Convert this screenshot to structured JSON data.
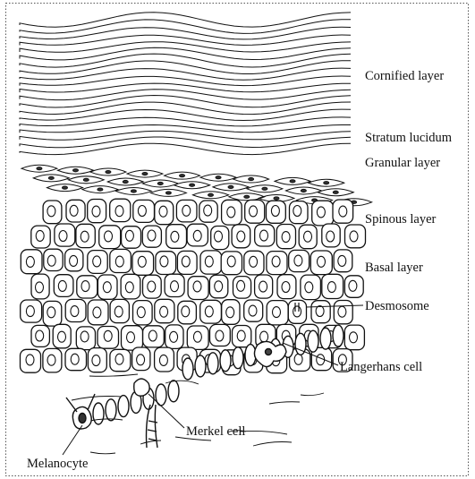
{
  "labels": {
    "cornified": "Cornified layer",
    "lucidum": "Stratum lucidum",
    "granular": "Granular layer",
    "spinous": "Spinous layer",
    "basal": "Basal layer",
    "desmosome": "Desmosome",
    "langerhans": "Langerhans cell",
    "merkel": "Merkel cell",
    "melanocyte": "Melanocyte"
  },
  "colors": {
    "ink": "#111111",
    "background": "#ffffff"
  }
}
